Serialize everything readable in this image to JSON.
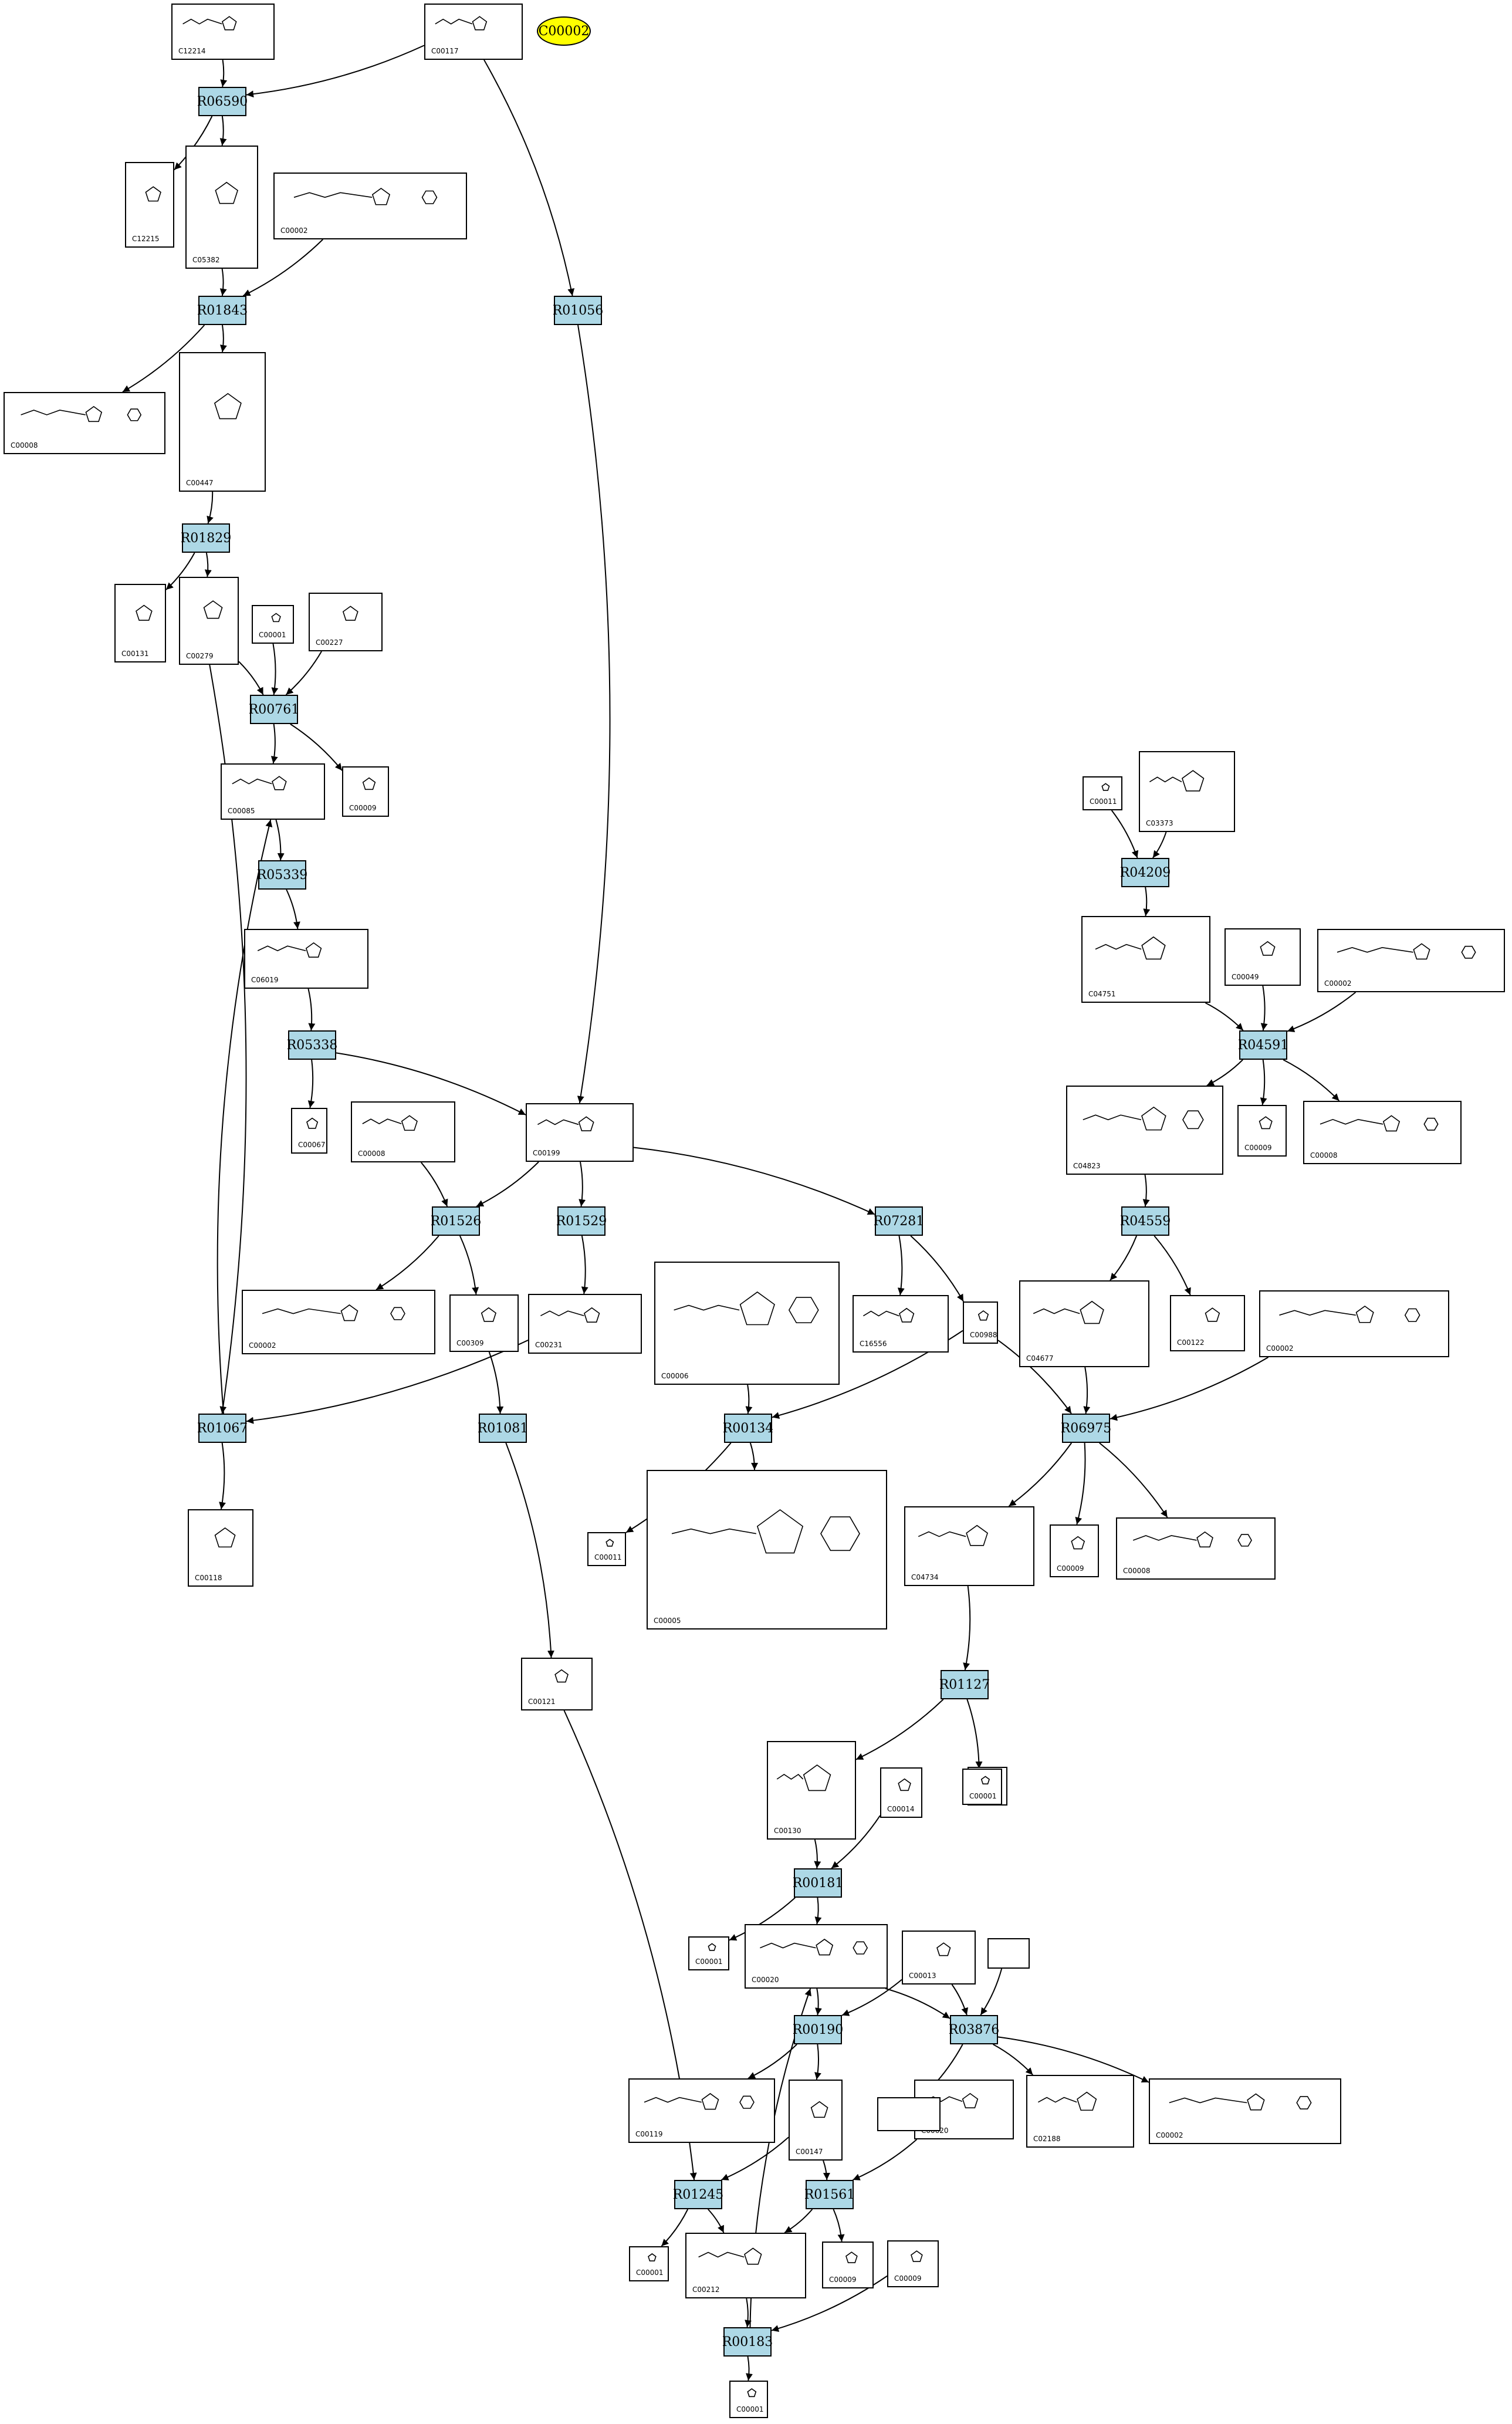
{
  "highlight": {
    "label": "C00002"
  },
  "reactions": [
    "R06590",
    "R01843",
    "R01056",
    "R01829",
    "R00761",
    "R05339",
    "R05338",
    "R01526",
    "R01529",
    "R07281",
    "R01067",
    "R01081",
    "R00134",
    "R04209",
    "R04591",
    "R04559",
    "R06975",
    "R01127",
    "R00181",
    "R00190",
    "R03876",
    "R01245",
    "R01561",
    "R00183"
  ],
  "compounds": [
    "C12214",
    "C00117",
    "C12215",
    "C05382",
    "C00002",
    "C00008",
    "C00447",
    "C00131",
    "C00279",
    "C00001",
    "C00227",
    "C00085",
    "C00009",
    "C06019",
    "C00067",
    "C00008",
    "C00199",
    "C00002",
    "C00309",
    "C00231",
    "C00006",
    "C16556",
    "C00988",
    "C00118",
    "C00011",
    "C00005",
    "C00121",
    "C00001",
    "C00011",
    "C03373",
    "C04751",
    "C00049",
    "C00002",
    "C04823",
    "C00009",
    "C00008",
    "C04677",
    "C00122",
    "C00002",
    "C04734",
    "C00009",
    "C00008",
    "C00130",
    "C00014",
    "C00001",
    "C00001",
    "C00020",
    "C00013",
    "C00119",
    "C00147",
    "C00620",
    "C02188",
    "C00002",
    "C00001",
    "C00212",
    "C00009",
    "C00009",
    "C00001"
  ]
}
